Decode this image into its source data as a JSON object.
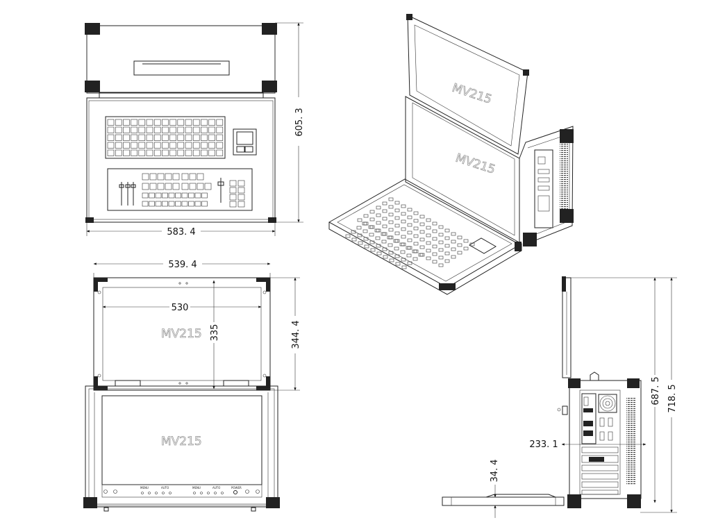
{
  "product": {
    "model_label": "MV215"
  },
  "dimensions": {
    "top_view_depth": "605. 3",
    "top_view_width": "583. 4",
    "lid_outer_width": "539. 4",
    "screen_width": "530",
    "screen_height": "335",
    "lid_height": "344. 4",
    "side_depth": "233. 1",
    "side_height": "687. 5",
    "side_total_height": "718. 5",
    "keyboard_thickness": "34. 4"
  },
  "panel_labels": {
    "menu": "MENU",
    "power": "POWER",
    "auto": "AUTO"
  }
}
